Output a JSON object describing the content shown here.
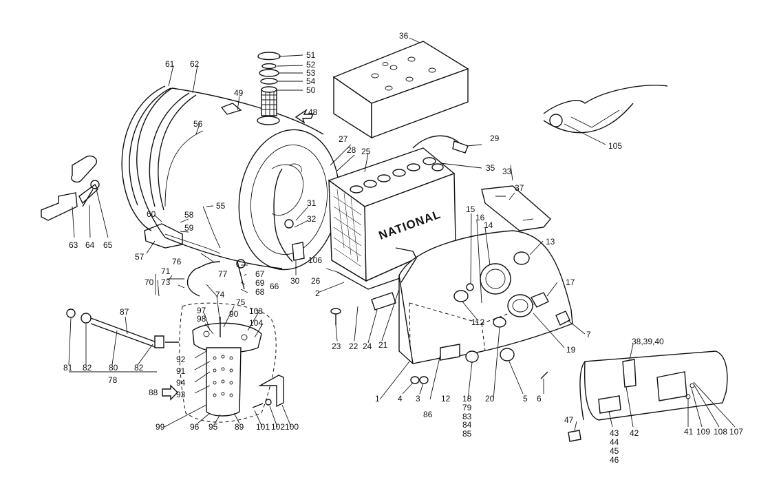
{
  "battery_brand": "NATIONAL",
  "labels": {
    "l1": "1",
    "l2": "2",
    "l3": "3",
    "l4": "4",
    "l5": "5",
    "l6": "6",
    "l7": "7",
    "l12": "12",
    "l13": "13",
    "l14": "14",
    "l15": "15",
    "l16": "16",
    "l17": "17",
    "l18": "18",
    "l19": "19",
    "l20": "20",
    "l21": "21",
    "l22": "22",
    "l23": "23",
    "l24": "24",
    "l25": "25",
    "l26": "26",
    "l27": "27",
    "l28": "28",
    "l29": "29",
    "l30": "30",
    "l31": "31",
    "l32": "32",
    "l33": "33",
    "l35": "35",
    "l36": "36",
    "l37": "37",
    "l38": "38,39,40",
    "l41": "41",
    "l42": "42",
    "l43": "43",
    "l44": "44",
    "l45": "45",
    "l46": "46",
    "l47": "47",
    "l48": "48",
    "l49": "49",
    "l50": "50",
    "l51": "51",
    "l52": "52",
    "l53": "53",
    "l54": "54",
    "l55": "55",
    "l56": "56",
    "l57": "57",
    "l58": "58",
    "l59": "59",
    "l60": "60",
    "l61": "61",
    "l62": "62",
    "l63": "63",
    "l64": "64",
    "l65": "65",
    "l66": "66",
    "l67": "67",
    "l68": "68",
    "l69": "69",
    "l70": "70",
    "l71": "71",
    "l73": "73",
    "l74": "74",
    "l75": "75",
    "l76": "76",
    "l77": "77",
    "l78": "78",
    "l79": "79",
    "l80": "80",
    "l81": "81",
    "l82a": "82",
    "l82b": "82",
    "l83": "83",
    "l84": "84",
    "l85": "85",
    "l86": "86",
    "l87": "87",
    "l88": "88",
    "l89": "89",
    "l90": "90",
    "l91": "91",
    "l92": "92",
    "l93": "93",
    "l94": "94",
    "l95": "95",
    "l96": "96",
    "l97": "97",
    "l98": "98",
    "l99": "99",
    "l100": "100",
    "l101": "101",
    "l102": "102",
    "l103": "103",
    "l104": "104",
    "l105": "105",
    "l106": "106",
    "l107": "107",
    "l108": "108",
    "l109": "109",
    "l112": "112"
  }
}
